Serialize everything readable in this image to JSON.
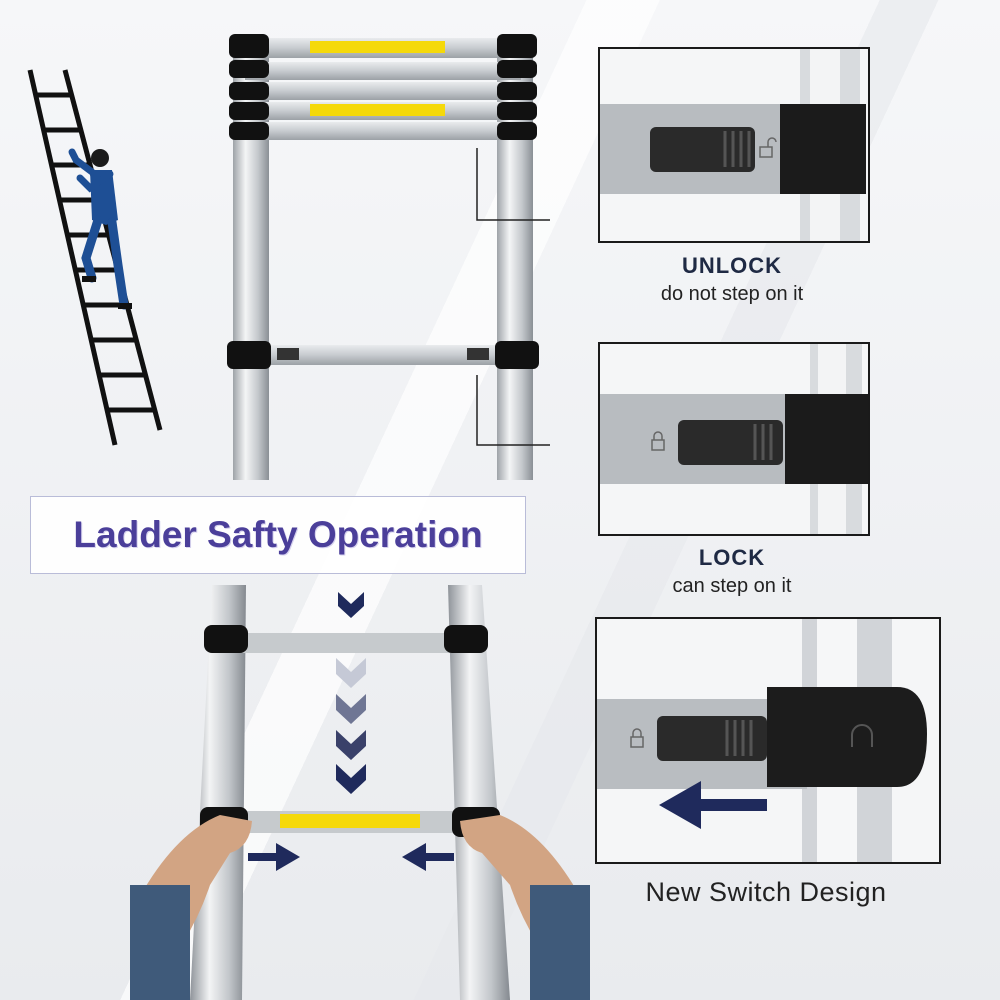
{
  "title": "Ladder Safty Operation",
  "unlock": {
    "heading": "UNLOCK",
    "text": "do not step on it"
  },
  "lock": {
    "heading": "LOCK",
    "text": "can step on it"
  },
  "switch": {
    "text": "New Switch Design"
  },
  "colors": {
    "title": "#4b3f9a",
    "navy": "#1f2a5c",
    "arrow_light": "#c5c9d6",
    "arrow_mid": "#6f7694",
    "label_yellow": "#f5d90a",
    "worker": "#1e4f95"
  },
  "icons": [
    "climber-icon",
    "lock-icon",
    "unlock-icon",
    "arrow-left-icon",
    "arrow-right-icon",
    "chevron-down-icon"
  ]
}
